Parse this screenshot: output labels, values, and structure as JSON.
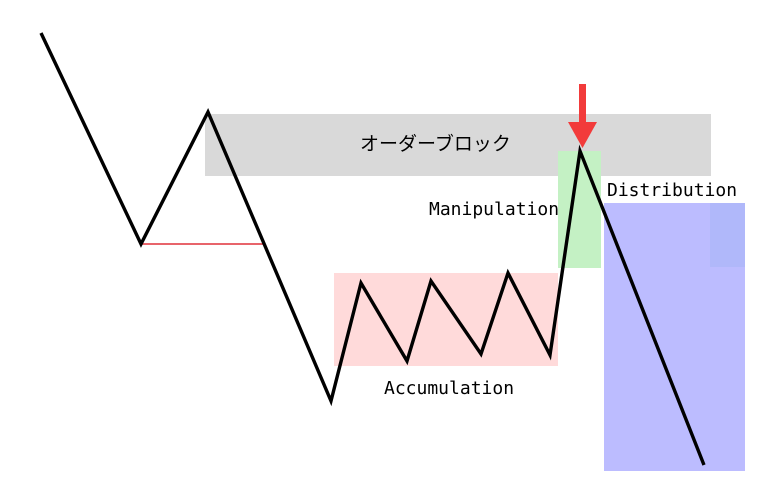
{
  "labels": {
    "order_block": "オーダーブロック",
    "manipulation": "Manipulation",
    "distribution": "Distribution",
    "accumulation": "Accumulation"
  },
  "colors": {
    "order_block_zone": "#d9d9d9",
    "accumulation_zone": "#ffd9d9",
    "manipulation_zone": "#c2f2c2",
    "distribution_zone": "#bfbfff",
    "price_line": "#000000",
    "support_line": "#e0303a",
    "arrow": "#f23b3b"
  }
}
